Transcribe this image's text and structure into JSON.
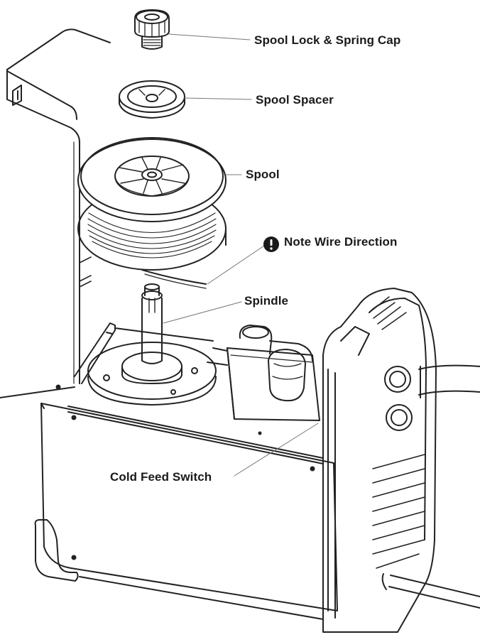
{
  "labels": {
    "spool_lock": "Spool Lock & Spring Cap",
    "spool_spacer": "Spool Spacer",
    "spool": "Spool",
    "note_wire": "Note Wire Direction",
    "spindle": "Spindle",
    "cold_feed": "Cold Feed Switch"
  },
  "icons": {
    "note": "exclamation-icon"
  },
  "colors": {
    "line": "#222222",
    "background": "#ffffff"
  }
}
